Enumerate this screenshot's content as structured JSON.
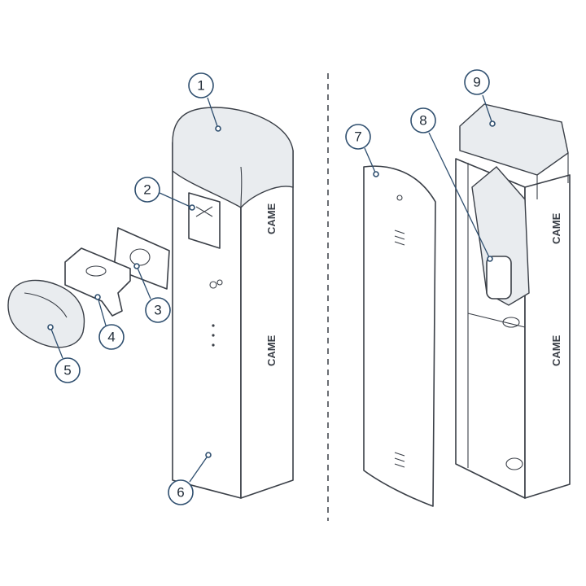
{
  "callouts": [
    {
      "label": "1"
    },
    {
      "label": "2"
    },
    {
      "label": "3"
    },
    {
      "label": "4"
    },
    {
      "label": "5"
    },
    {
      "label": "6"
    },
    {
      "label": "7"
    },
    {
      "label": "8"
    },
    {
      "label": "9"
    }
  ],
  "brand_text": "CAME",
  "colors": {
    "line": "#3a3f47",
    "callout_ring": "#2f4f6f",
    "callout_dot": "#1f4e79"
  }
}
